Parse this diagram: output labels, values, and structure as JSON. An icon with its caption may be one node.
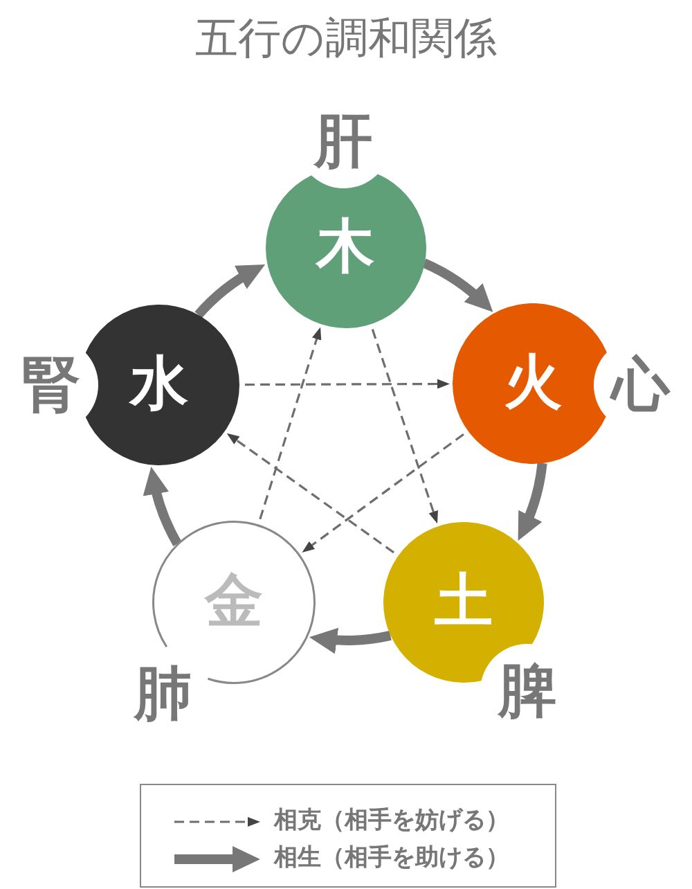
{
  "diagram": {
    "title": "五行の調和関係",
    "nodes": [
      {
        "text": [
          "木"
        ],
        "beside": [
          "肝"
        ]
      },
      {
        "text": [
          "水"
        ],
        "beside": [
          "腎"
        ]
      },
      {
        "text": [
          "火"
        ],
        "beside": [
          "心"
        ]
      },
      {
        "text": [
          "金"
        ],
        "beside": [
          "肺"
        ]
      },
      {
        "text": [
          "土"
        ],
        "beside": [
          "脾"
        ]
      }
    ],
    "edges": [
      {
        "from": 0,
        "to": 2,
        "arrow": "to",
        "style": "thick"
      },
      {
        "from": 2,
        "to": 4,
        "arrow": "to",
        "style": "thick"
      },
      {
        "from": 4,
        "to": 3,
        "arrow": "to",
        "style": "thick"
      },
      {
        "from": 3,
        "to": 1,
        "arrow": "to",
        "style": "thick"
      },
      {
        "from": 1,
        "to": 0,
        "arrow": "to",
        "style": "thick"
      },
      {
        "from": 0,
        "to": 4,
        "arrow": "to",
        "style": "dashed"
      },
      {
        "from": 4,
        "to": 1,
        "arrow": "to",
        "style": "dashed"
      },
      {
        "from": 1,
        "to": 2,
        "arrow": "to",
        "style": "dashed"
      },
      {
        "from": 2,
        "to": 3,
        "arrow": "to",
        "style": "dashed"
      },
      {
        "from": 3,
        "to": 0,
        "arrow": "to",
        "style": "dashed"
      }
    ],
    "legend": [
      {
        "text": "相克（相手を妨げる）"
      },
      {
        "text": "相生（相手を助ける）"
      }
    ]
  }
}
